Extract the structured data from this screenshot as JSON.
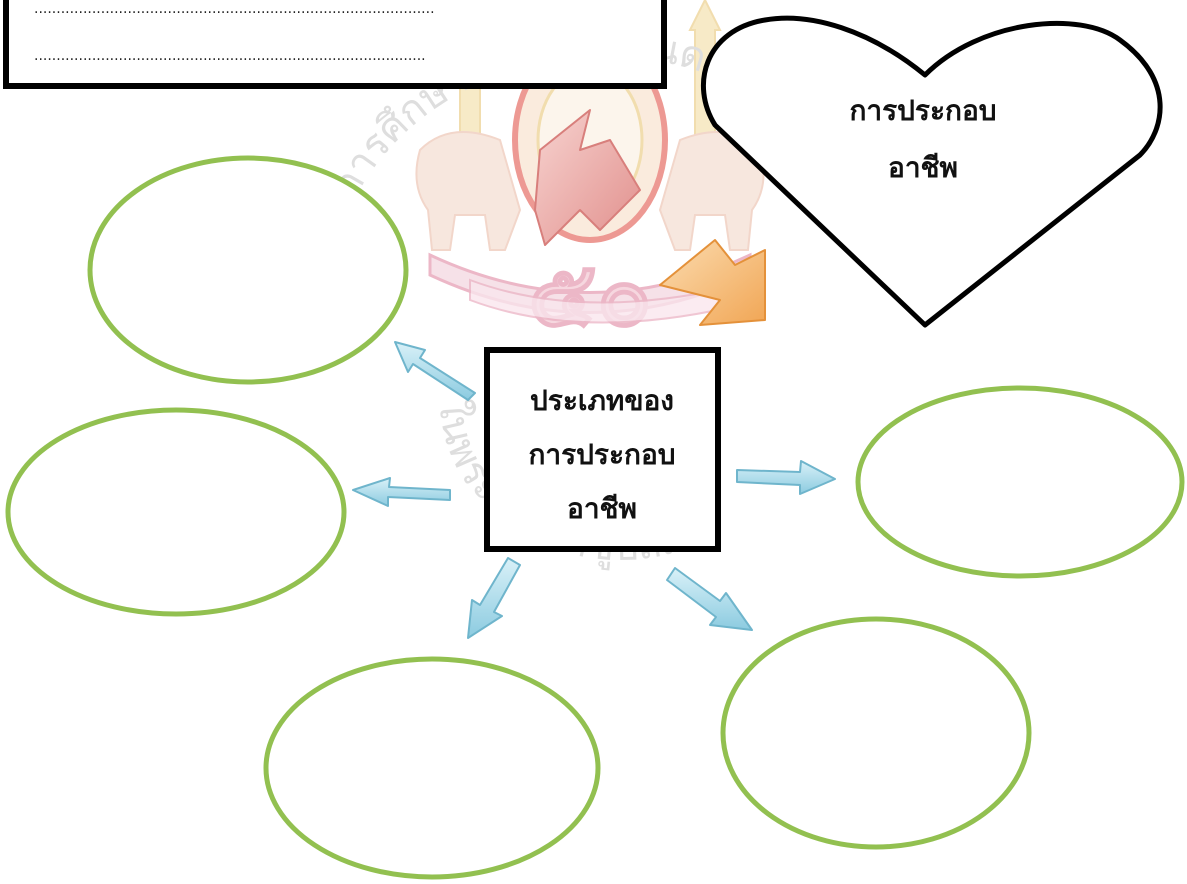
{
  "colors": {
    "ellipse_stroke": "#92c050",
    "box_stroke": "#000000",
    "blue_arrow": "#9fd6e6",
    "pink_arrow": "#e8a2a0",
    "orange_arrow": "#f3b56c",
    "watermark_gold": "#e7c36c",
    "watermark_red": "#e0463b",
    "watermark_pink": "#dd7e9a",
    "watermark_text": "#b9b9b9"
  },
  "header_box": {
    "line1": "..........................................................................................",
    "line2": "........................................................................................"
  },
  "heart": {
    "line1": "การประกอบ",
    "line2": "อาชีพ"
  },
  "center_box": {
    "line1": "ประเภทของ",
    "line2": "การประกอบ",
    "line3": "อาชีพ"
  },
  "watermark": {
    "arc_text": "มูลนิธิการศึกษาทางไกลผ่านดาวเทียม",
    "arc_text2": "ในพระบรมราชูปถัมภ์",
    "emblem_number": "๕๐"
  },
  "answer_bubbles": [
    {
      "label": ""
    },
    {
      "label": ""
    },
    {
      "label": ""
    },
    {
      "label": ""
    },
    {
      "label": ""
    }
  ]
}
